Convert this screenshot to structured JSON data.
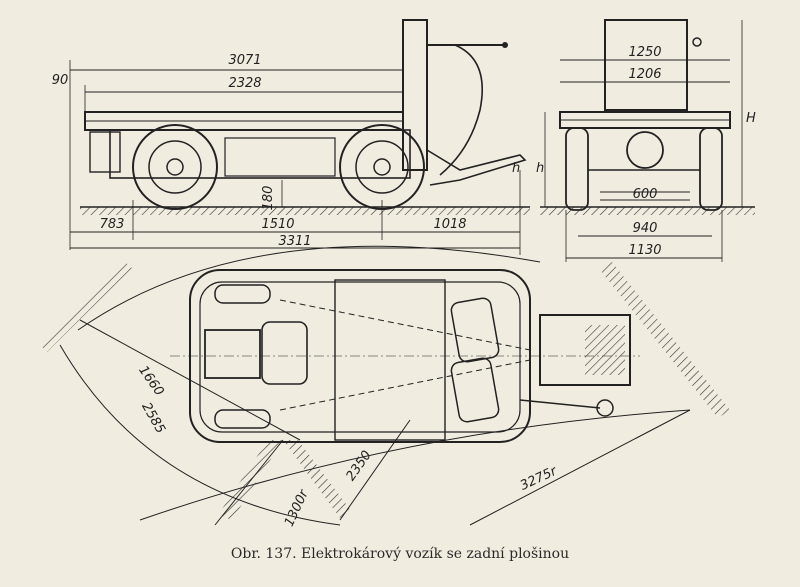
{
  "colors": {
    "paper": "#f1ece0",
    "ink": "#222222"
  },
  "side_view": {
    "overall_top": "3071",
    "offset_left": "90",
    "platform_length": "2328",
    "front_overhang": "783",
    "wheelbase": "1510",
    "rear_overhang": "1018",
    "overall_length": "3311",
    "ground_clearance": "180",
    "label_h": "h"
  },
  "front_view": {
    "width_top": "1250",
    "width_platform": "1206",
    "axle_width": "600",
    "track": "940",
    "overall_width": "1130",
    "label_h": "h",
    "label_H": "H"
  },
  "plan_view": {
    "radius_inner": "1660",
    "radius_outer": "2585",
    "radius_r1": "1300r",
    "radius_r2": "2350",
    "radius_r3": "3275r"
  },
  "caption": "Obr. 137. Elektrokárový vozík se zadní plošinou"
}
